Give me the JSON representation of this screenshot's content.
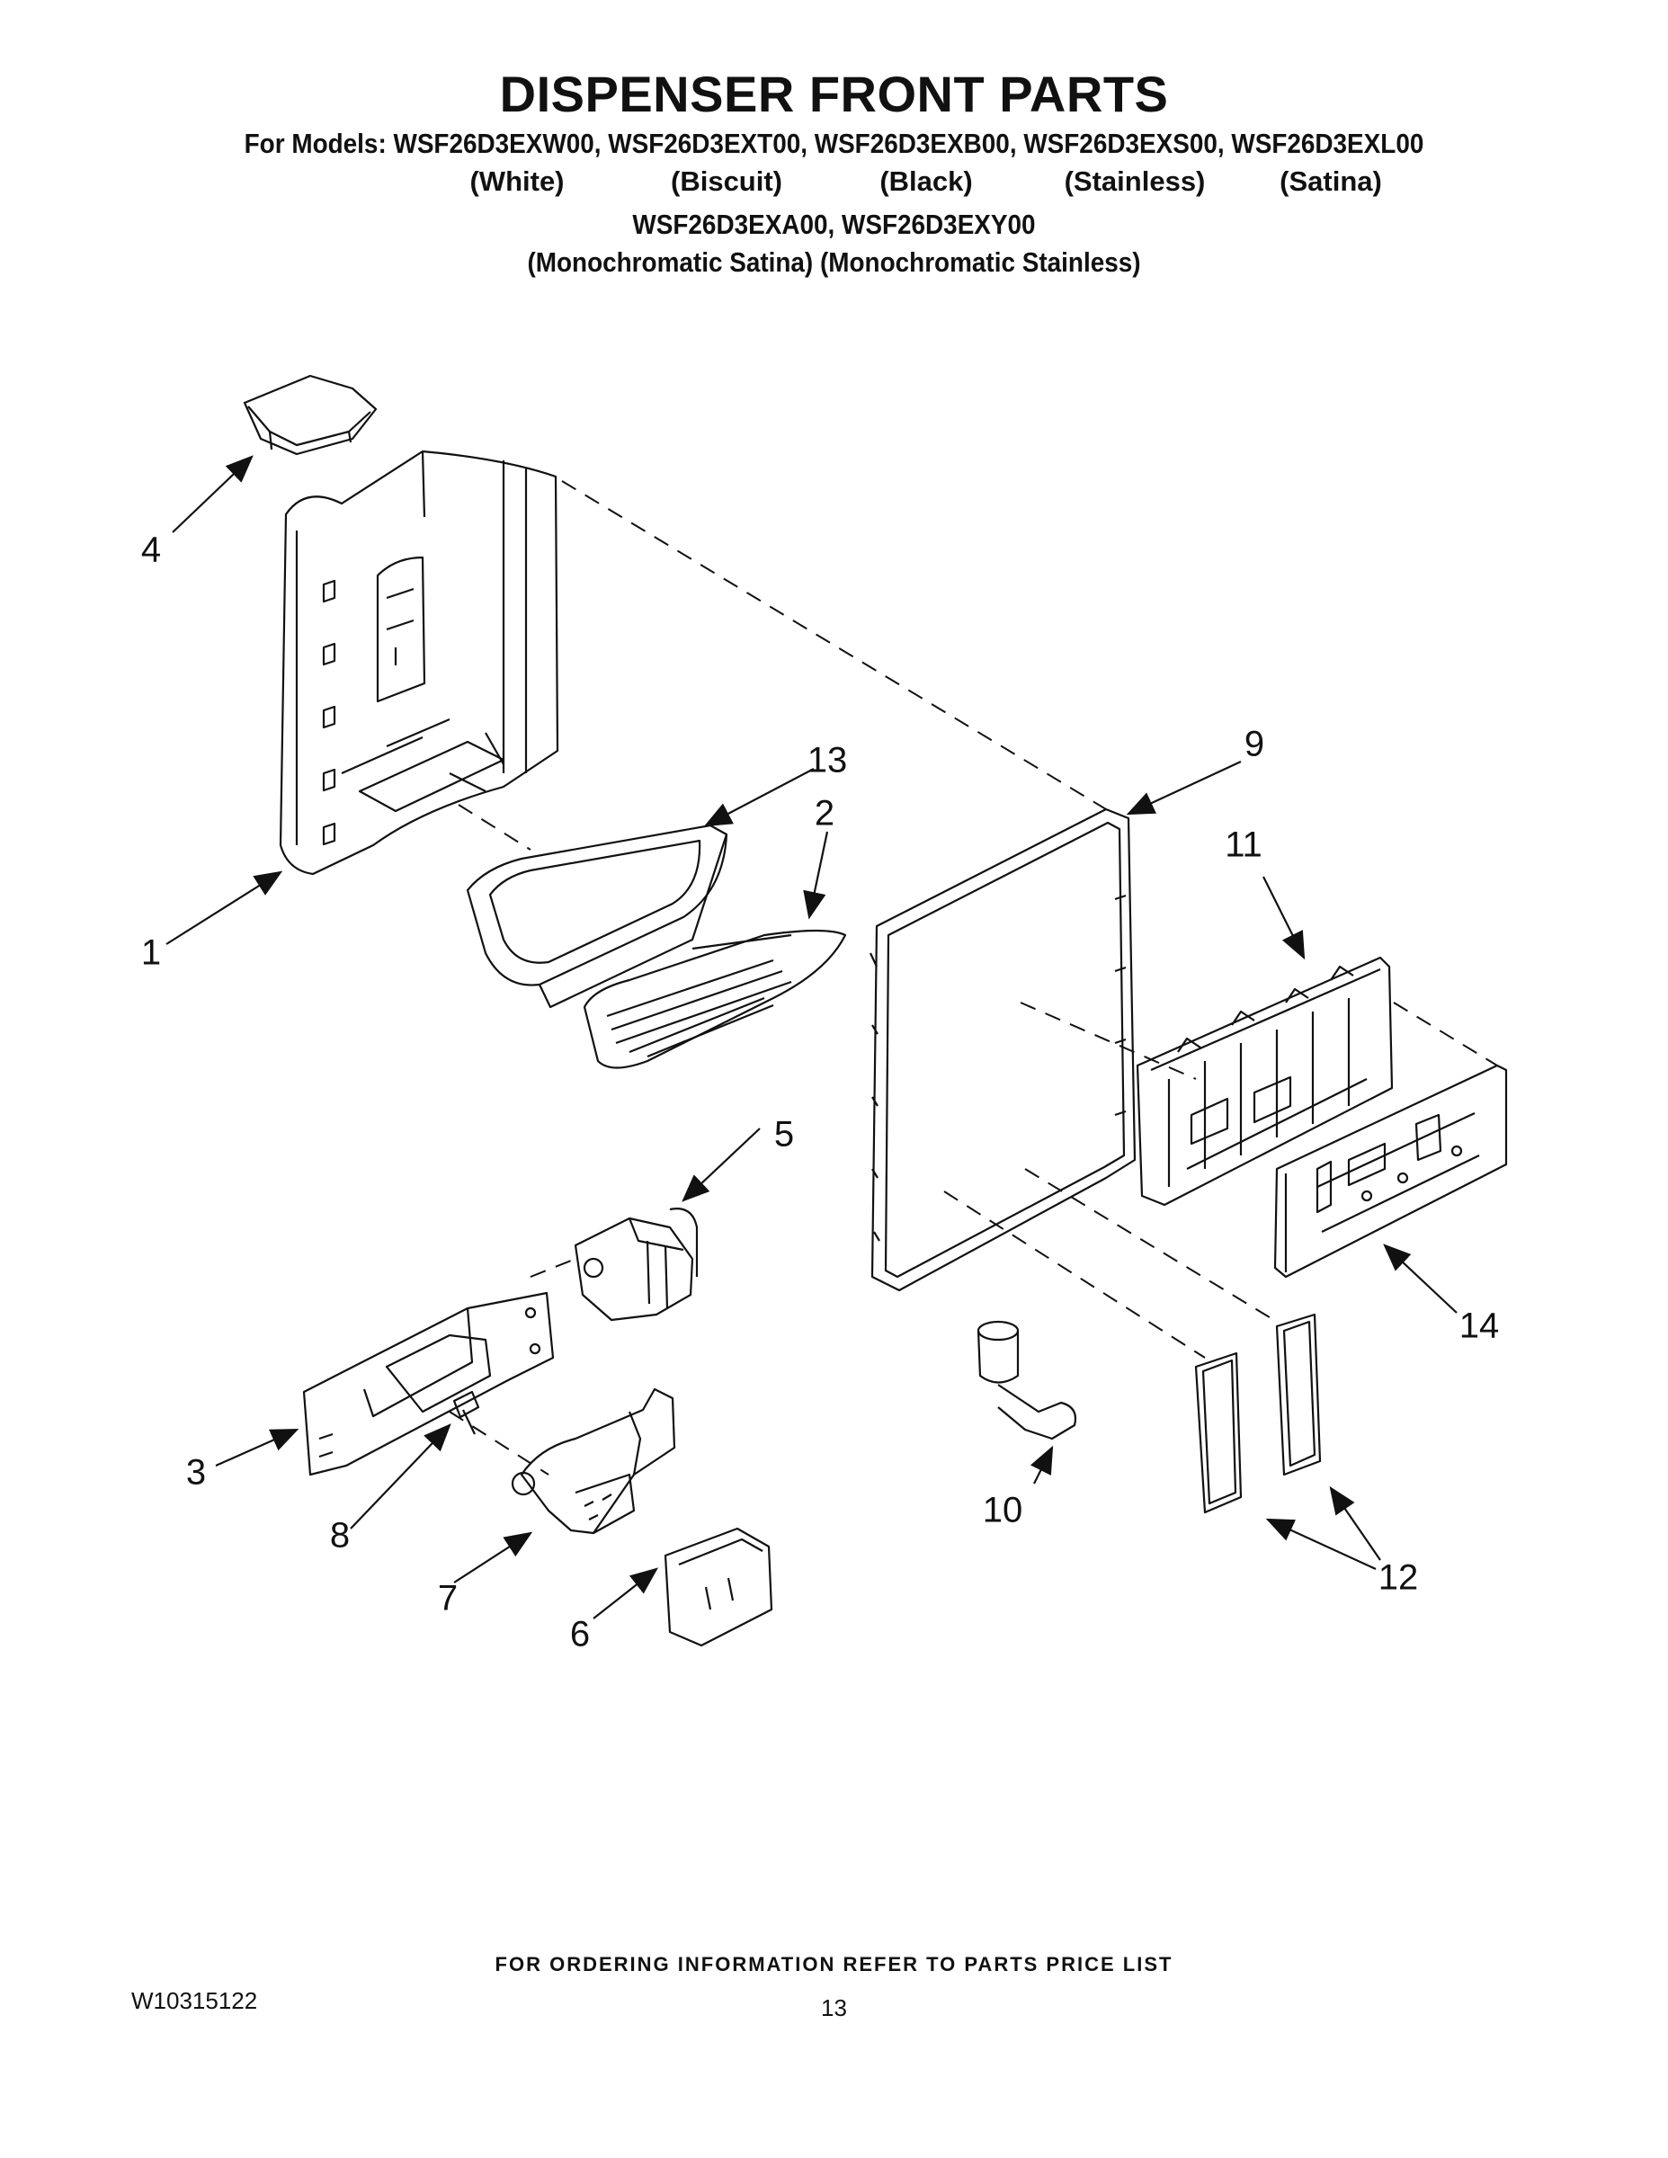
{
  "header": {
    "title": "DISPENSER FRONT PARTS",
    "models_line1": "For Models: WSF26D3EXW00, WSF26D3EXT00, WSF26D3EXB00, WSF26D3EXS00, WSF26D3EXL00",
    "colors_line1": [
      "(White)",
      "(Biscuit)",
      "(Black)",
      "(Stainless)",
      "(Satina)"
    ],
    "models_line2": "WSF26D3EXA00, WSF26D3EXY00",
    "colors_line2": "(Monochromatic Satina) (Monochromatic Stainless)"
  },
  "callouts": [
    "1",
    "2",
    "3",
    "4",
    "5",
    "6",
    "7",
    "8",
    "9",
    "10",
    "11",
    "12",
    "13",
    "14"
  ],
  "footer": {
    "ordering_note": "FOR ORDERING INFORMATION REFER TO PARTS PRICE LIST",
    "doc_number": "W10315122",
    "page_number": "13"
  }
}
